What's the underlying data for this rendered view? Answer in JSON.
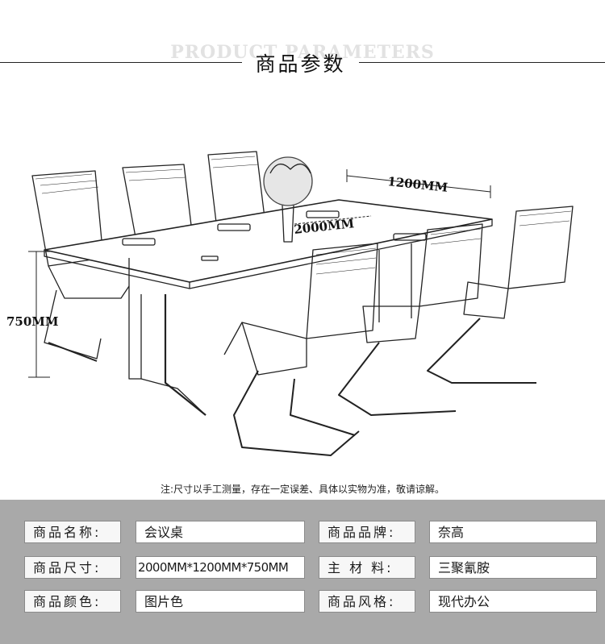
{
  "header": {
    "title": "商品参数",
    "background_text": "PRODUCT PARAMETERS"
  },
  "illustration": {
    "dim_length": "2000MM",
    "dim_width": "1200MM",
    "dim_height": "750MM"
  },
  "note": "注:尺寸以手工测量，存在一定误差、具体以实物为准，敬请谅解。",
  "specs": {
    "name_label": "商品名称:",
    "name_value": "会议桌",
    "brand_label": "商品品牌:",
    "brand_value": "奈高",
    "size_label": "商品尺寸:",
    "size_value": "2000MM*1200MM*750MM",
    "material_label": "主 材 料:",
    "material_value": "三聚氰胺",
    "color_label": "商品颜色:",
    "color_value": "图片色",
    "style_label": "商品风格:",
    "style_value": "现代办公"
  },
  "colors": {
    "panel_bg": "#a9a9a9",
    "cell_bg": "#ffffff",
    "rule": "#222222"
  }
}
